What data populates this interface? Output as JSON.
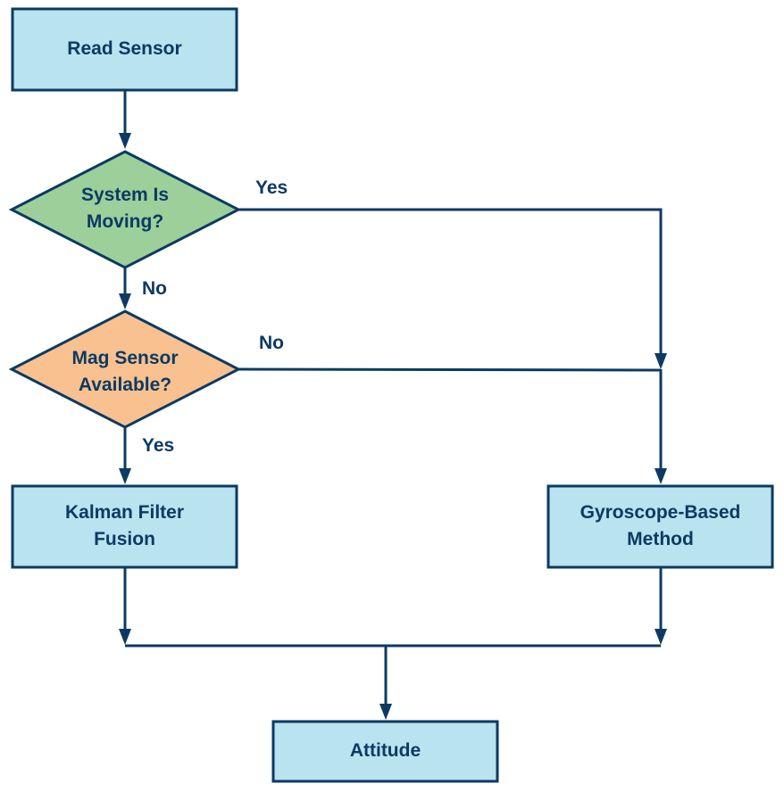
{
  "nodes": {
    "read_sensor": {
      "lines": [
        "Read Sensor"
      ]
    },
    "system_moving": {
      "lines": [
        "System Is",
        "Moving?"
      ]
    },
    "mag_sensor": {
      "lines": [
        "Mag Sensor",
        "Available?"
      ]
    },
    "kalman": {
      "lines": [
        "Kalman Filter",
        "Fusion"
      ]
    },
    "gyro": {
      "lines": [
        "Gyroscope-Based",
        "Method"
      ]
    },
    "attitude": {
      "lines": [
        "Attitude"
      ]
    }
  },
  "edges": {
    "moving_yes": "Yes",
    "moving_no": "No",
    "mag_no": "No",
    "mag_yes": "Yes"
  },
  "colors": {
    "stroke": "#0c3a63",
    "box_fill": "#b9e3ef",
    "decision_green": "#9dcf9b",
    "decision_orange": "#f9c190"
  }
}
